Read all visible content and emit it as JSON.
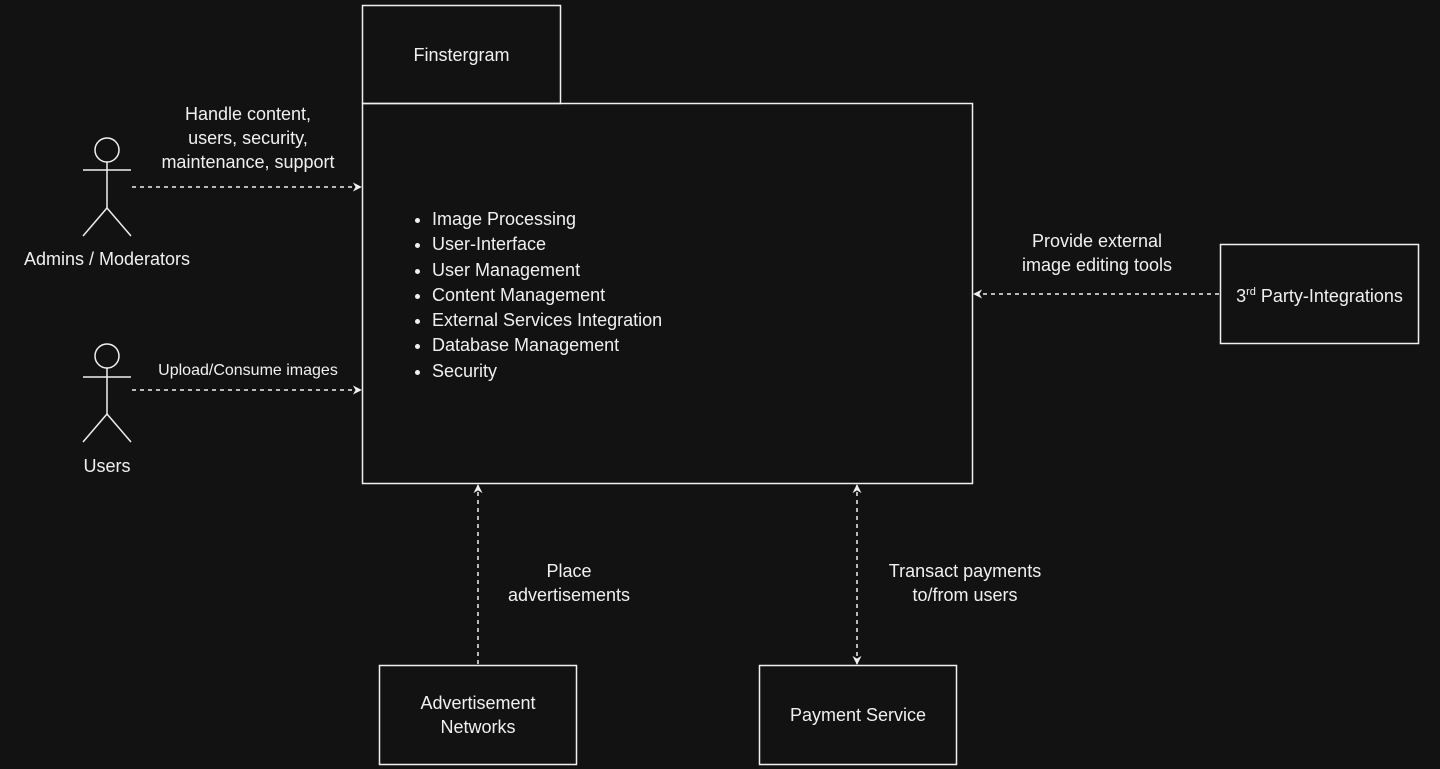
{
  "system": {
    "title": "Finstergram",
    "features": [
      "Image Processing",
      "User-Interface",
      "User Management",
      "Content Management",
      "External Services Integration",
      "Database Management",
      "Security"
    ]
  },
  "actors": {
    "admins": {
      "label": "Admins / Moderators",
      "edge_lines": [
        "Handle content,",
        "users, security,",
        "maintenance, support"
      ]
    },
    "users": {
      "label": "Users",
      "edge_label": "Upload/Consume images"
    }
  },
  "externals": {
    "third_party": {
      "prefix": "3",
      "superscript": "rd",
      "label": " Party-Integrations",
      "edge_lines": [
        "Provide external",
        "image editing tools"
      ]
    },
    "ads": {
      "lines": [
        "Advertisement",
        "Networks"
      ],
      "edge_lines": [
        "Place",
        "advertisements"
      ]
    },
    "payment": {
      "label": "Payment Service",
      "edge_lines": [
        "Transact payments",
        "to/from users"
      ]
    }
  },
  "colors": {
    "background": "#121212",
    "stroke": "#f0f0f0",
    "text": "#f0f0f0"
  }
}
